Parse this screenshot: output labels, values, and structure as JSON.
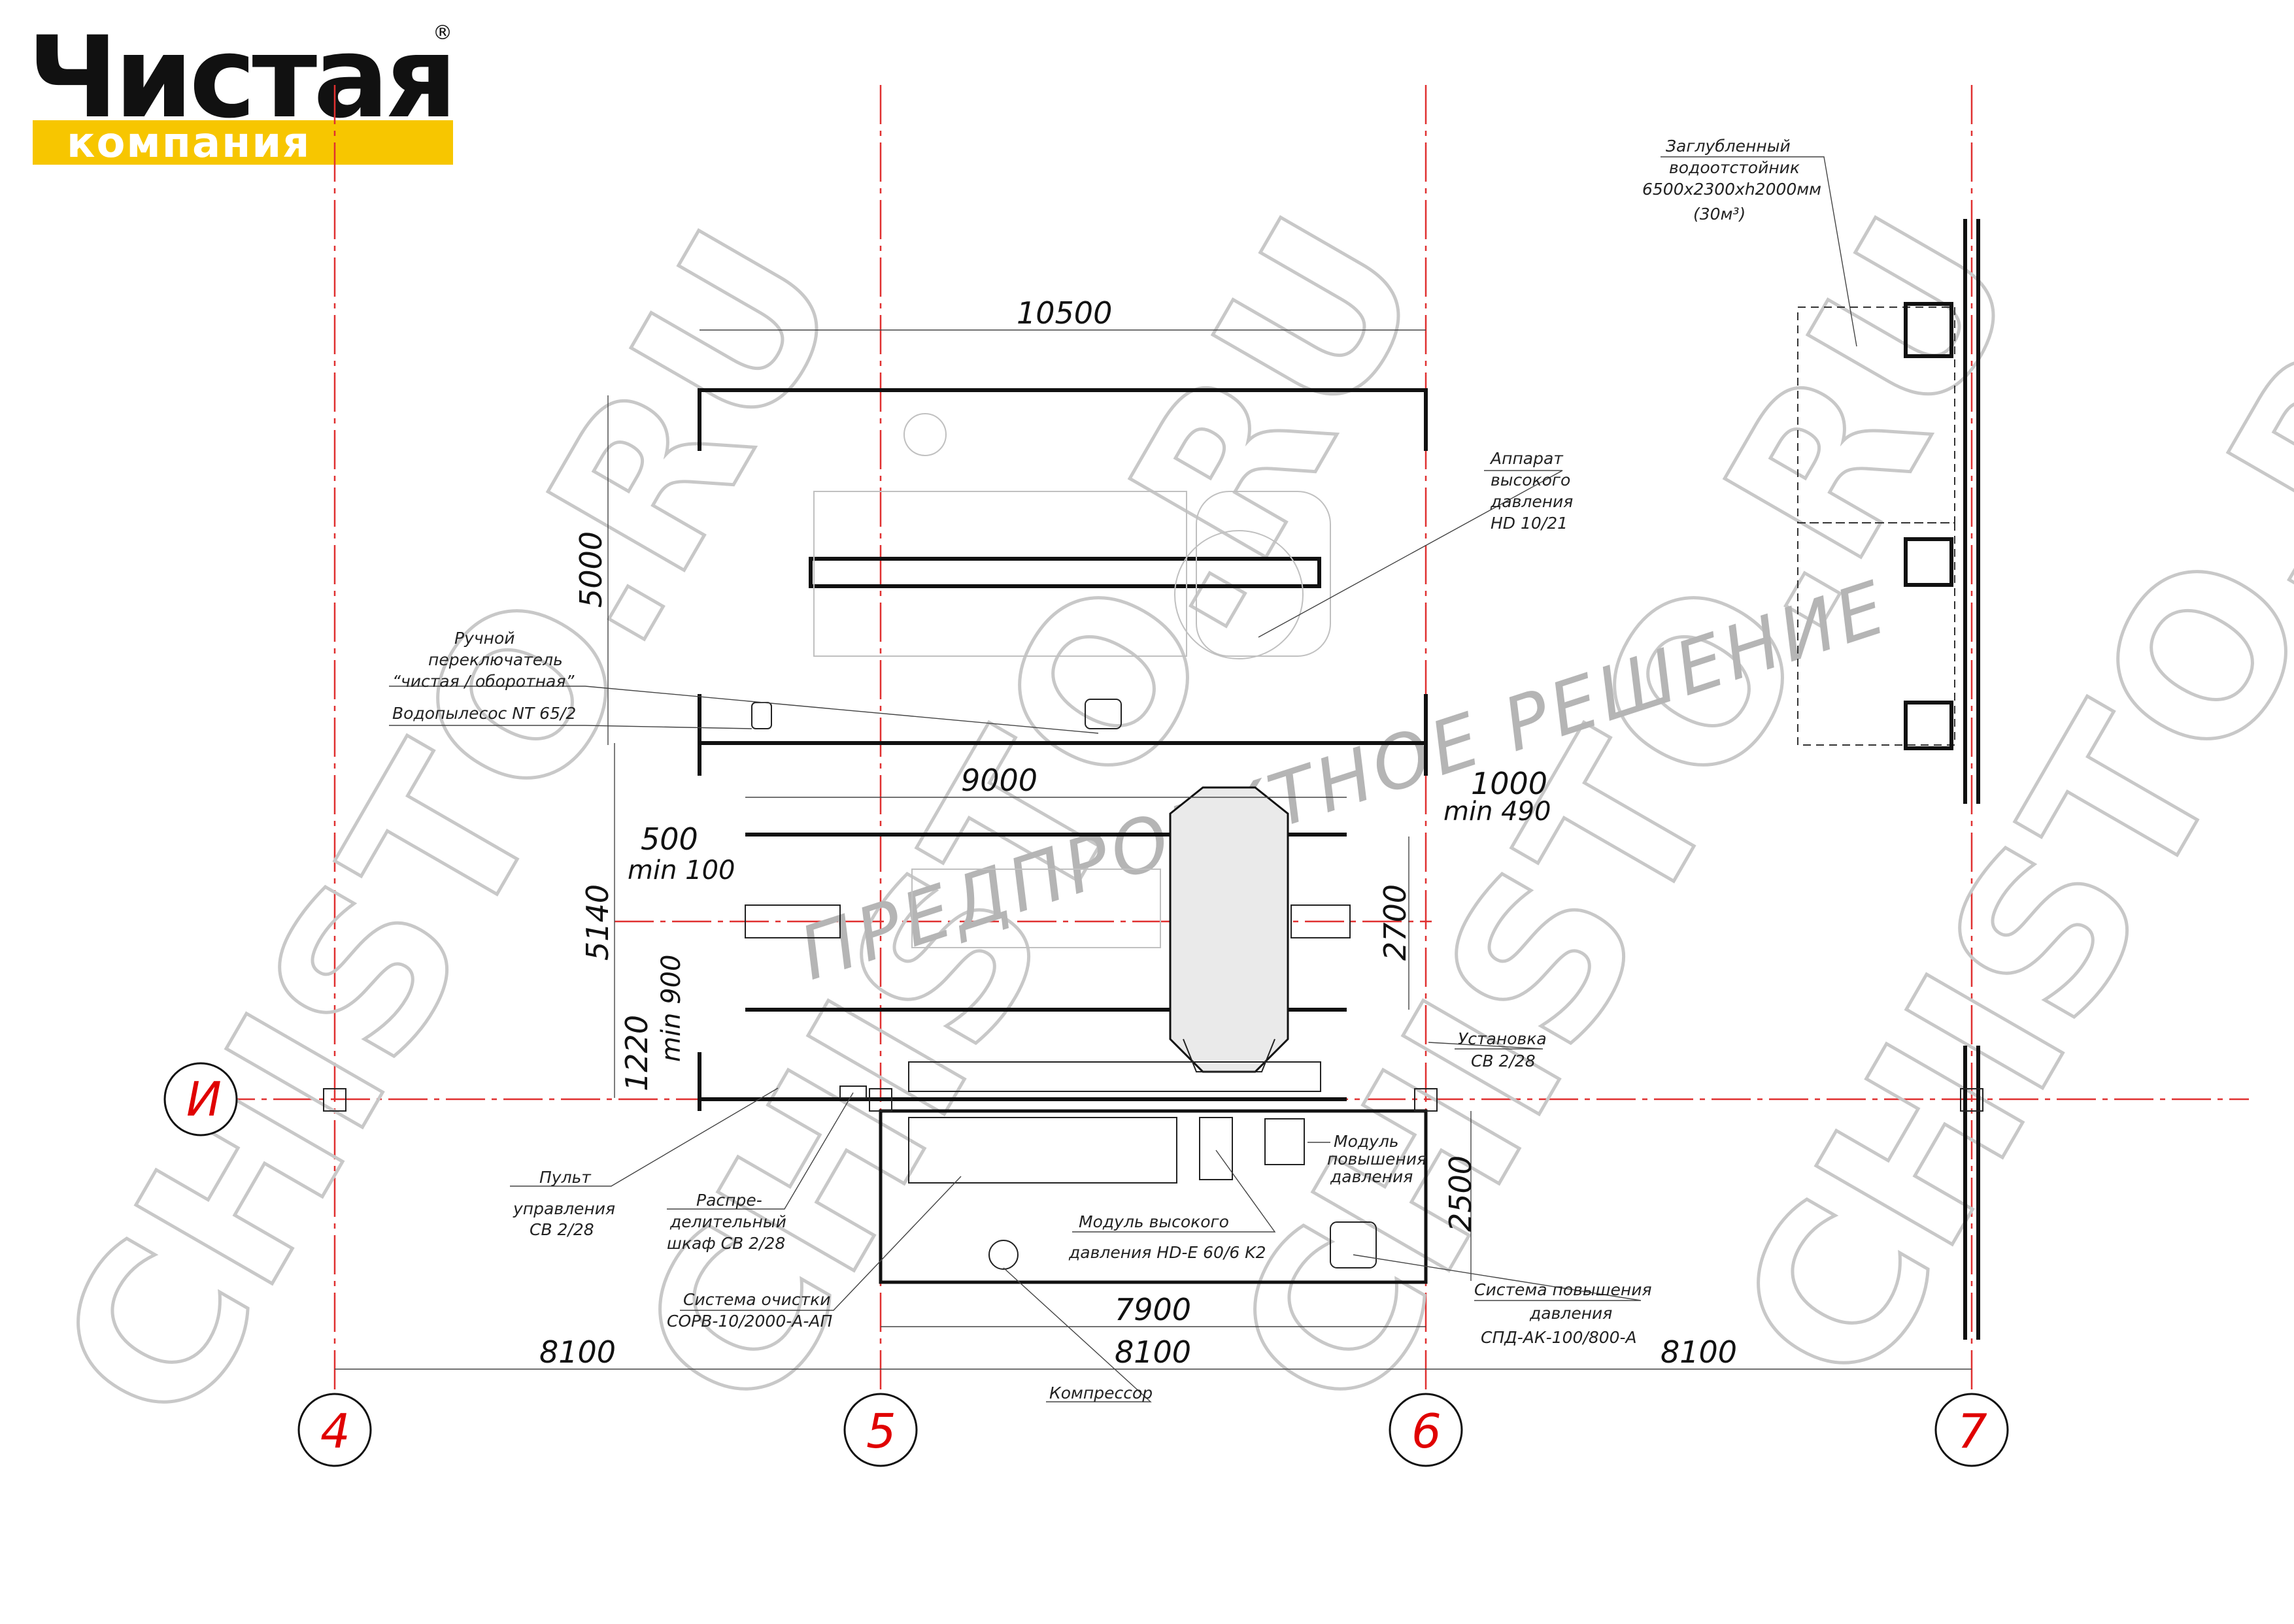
{
  "logo": {
    "line1": "Чистая",
    "line2": "компания",
    "reg": "®"
  },
  "watermark": {
    "brand": "CHISTO.RU",
    "stamp": "ПРЕДПРОЕКТНОЕ РЕШЕНИЕ"
  },
  "axes": {
    "columns": [
      "4",
      "5",
      "6",
      "7"
    ],
    "row": "И"
  },
  "dimensions": {
    "top_span": "10500",
    "left_height": "5000",
    "inner_span": "9000",
    "right_gap": "1000",
    "right_gap_min": "min 490",
    "left_gap": "500",
    "left_gap_min": "min 100",
    "bay_height": "5140",
    "lane_width": "2700",
    "lower_gap": "1220",
    "lower_gap_min": "min 900",
    "room_depth": "2500",
    "room_width": "7900",
    "span_4_5": "8100",
    "span_5_6": "8100",
    "span_6_7": "8100"
  },
  "callouts": {
    "settler": [
      "Заглубленный",
      "водоотстойник",
      "6500x2300xh2000мм",
      "(30м³)"
    ],
    "hp_unit": [
      "Аппарат",
      "высокого",
      "давления",
      "HD 10/21"
    ],
    "switch": [
      "Ручной",
      "переключатель",
      "“чистая / оборотная”"
    ],
    "vacuum": "Водопылесос NT 65/2",
    "install": [
      "Установка",
      "СВ 2/28"
    ],
    "boost_module": [
      "Модуль",
      "повышения",
      "давления"
    ],
    "control_panel": [
      "Пульт",
      "управления",
      "СВ 2/28"
    ],
    "cabinet": [
      "Распре-",
      "делительный",
      "шкаф СВ 2/28"
    ],
    "hp_module": [
      "Модуль высокого",
      "давления HD-E 60/6 K2"
    ],
    "cleaning": [
      "Система очистки",
      "СОРВ-10/2000-А-АП"
    ],
    "boost_system": [
      "Система повышения",
      "давления",
      "СПД-АК-100/800-А"
    ],
    "compressor": "Компрессор"
  },
  "colors": {
    "logo_yellow": "#f7c600",
    "axis_red": "#e00000",
    "watermark_gray": "#c8c8c8"
  }
}
